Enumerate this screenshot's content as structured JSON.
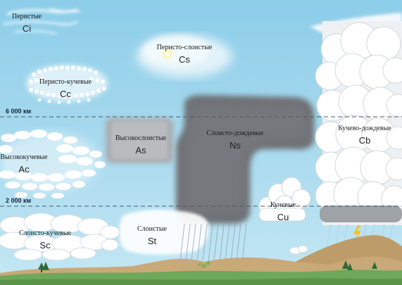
{
  "altitude_marks": [
    {
      "label": "6 000 км"
    },
    {
      "label": "2 000 км"
    }
  ],
  "clouds": [
    {
      "key": "ci",
      "name": "Перистые",
      "abbr": "Ci"
    },
    {
      "key": "cs",
      "name": "Перисто-слоистые",
      "abbr": "Cs"
    },
    {
      "key": "cc",
      "name": "Перисто-кучевые",
      "abbr": "Cc"
    },
    {
      "key": "as",
      "name": "Высокослоистые",
      "abbr": "As"
    },
    {
      "key": "ns",
      "name": "Слоисто-дождевые",
      "abbr": "Ns"
    },
    {
      "key": "ac",
      "name": "Высококучевые",
      "abbr": "Ac"
    },
    {
      "key": "cb",
      "name": "Кучево-дождевые",
      "abbr": "Cb"
    },
    {
      "key": "cu",
      "name": "Кучевые",
      "abbr": "Cu"
    },
    {
      "key": "st",
      "name": "Слоистые",
      "abbr": "St"
    },
    {
      "key": "sc",
      "name": "Слоисто-кучевые",
      "abbr": "Sc"
    }
  ],
  "colors": {
    "sky_top": "#8ccde9",
    "sky_bottom": "#c4e7f4",
    "cloud_white": "#ffffff",
    "cloud_grey": "#b5b7ba",
    "nimbostratus": "#6e7175",
    "hills": "#c9a978",
    "grass": "#6ea85a",
    "altitude_line": "#4e5860"
  }
}
